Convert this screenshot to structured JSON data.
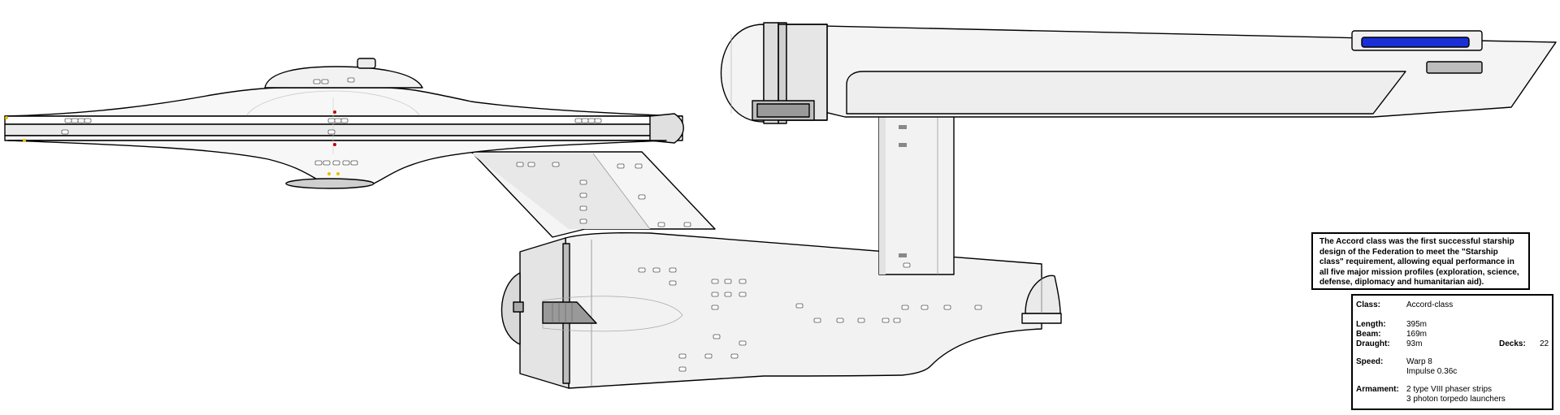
{
  "description": "The Accord class was the first successful starship design of the Federation to meet the \"Starship class\" requirement, allowing equal performance in all five major mission profiles (exploration, science, defense, diplomacy and humanitarian aid).",
  "specs": {
    "class_label": "Class:",
    "class_value": "Accord-class",
    "length_label": "Length:",
    "length_value": "395m",
    "beam_label": "Beam:",
    "beam_value": "169m",
    "draught_label": "Draught:",
    "draught_value": "93m",
    "decks_label": "Decks:",
    "decks_value": "22",
    "speed_label": "Speed:",
    "speed_warp": "Warp 8",
    "speed_impulse": "Impulse 0.36c",
    "armament_label": "Armament:",
    "armament_1": "2 type VIII phaser strips",
    "armament_2": "3 photon torpedo launchers"
  },
  "colors": {
    "outline": "#000000",
    "hull": "#f2f2f2",
    "shade": "#e0e0e0",
    "dark": "#bdbdbd",
    "strip": "#1a2fd6",
    "light": "#e8c000"
  }
}
